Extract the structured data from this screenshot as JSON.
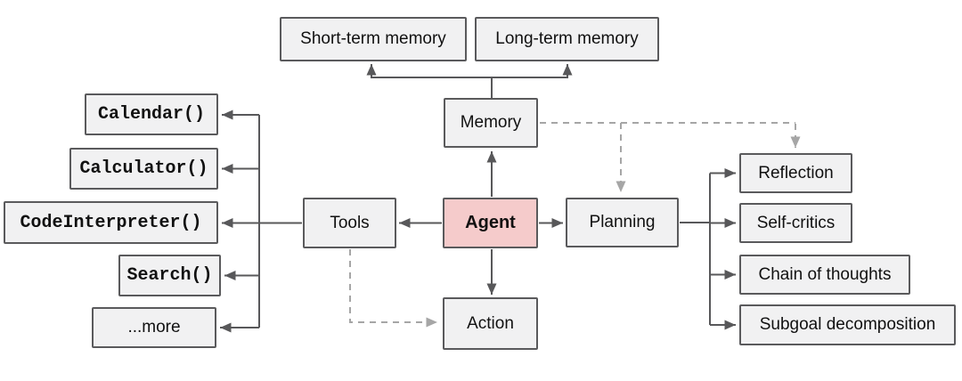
{
  "nodes": {
    "short_term_memory": "Short-term memory",
    "long_term_memory": "Long-term memory",
    "memory": "Memory",
    "agent": "Agent",
    "tools": "Tools",
    "planning": "Planning",
    "action": "Action",
    "calendar": "Calendar()",
    "calculator": "Calculator()",
    "code_interpreter": "CodeInterpreter()",
    "search": "Search()",
    "more": "...more",
    "reflection": "Reflection",
    "self_critics": "Self-critics",
    "chain_of_thoughts": "Chain of thoughts",
    "subgoal_decomposition": "Subgoal decomposition"
  },
  "colors": {
    "background": "#ffffff",
    "node_fill": "#f1f1f2",
    "node_border": "#5a5a5c",
    "agent_fill": "#f5cbcb",
    "solid_connector": "#58585a",
    "dashed_connector": "#a6a6a6",
    "text": "#111111"
  }
}
